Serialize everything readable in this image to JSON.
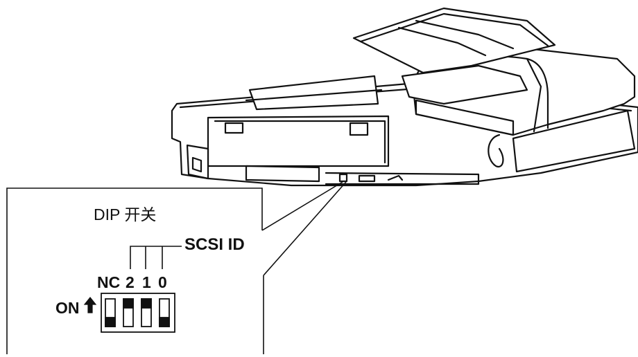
{
  "callout": {
    "title": "DIP 开关",
    "id_label": "SCSI ID",
    "switch_labels": [
      "NC",
      "2",
      "1",
      "0"
    ],
    "on_label": "ON"
  }
}
